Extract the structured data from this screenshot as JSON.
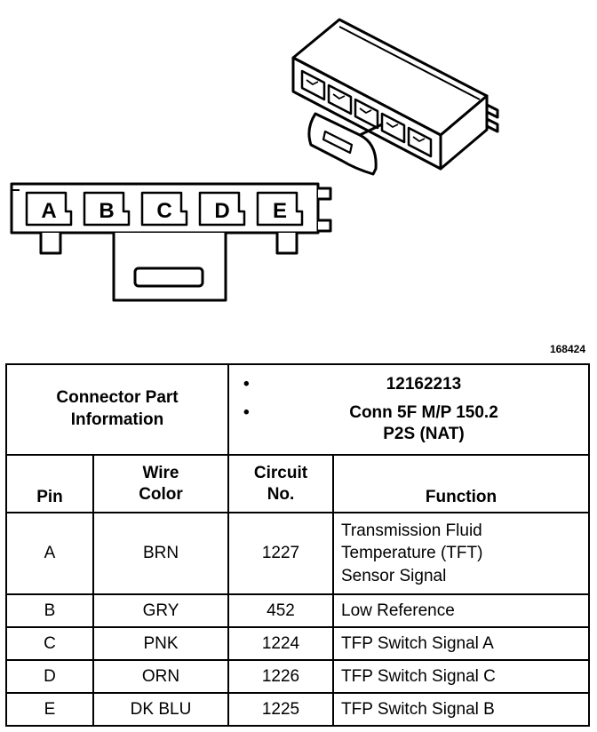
{
  "figure_id": "168424",
  "connector": {
    "pins_label": [
      "A",
      "B",
      "C",
      "D",
      "E"
    ]
  },
  "info": {
    "title_line1": "Connector Part",
    "title_line2": "Information",
    "items": [
      {
        "line1": "12162213",
        "line2": ""
      },
      {
        "line1": "Conn 5F M/P 150.2",
        "line2": "P2S (NAT)"
      }
    ]
  },
  "headers": {
    "pin": "Pin",
    "wire_color_line1": "Wire",
    "wire_color_line2": "Color",
    "circuit_line1": "Circuit",
    "circuit_line2": "No.",
    "function": "Function"
  },
  "rows": [
    {
      "pin": "A",
      "color": "BRN",
      "circuit": "1227",
      "function": [
        "Transmission Fluid",
        "Temperature (TFT)",
        "Sensor Signal"
      ]
    },
    {
      "pin": "B",
      "color": "GRY",
      "circuit": "452",
      "function": [
        "Low Reference"
      ]
    },
    {
      "pin": "C",
      "color": "PNK",
      "circuit": "1224",
      "function": [
        "TFP Switch Signal A"
      ]
    },
    {
      "pin": "D",
      "color": "ORN",
      "circuit": "1226",
      "function": [
        "TFP Switch Signal C"
      ]
    },
    {
      "pin": "E",
      "color": "DK BLU",
      "circuit": "1225",
      "function": [
        "TFP Switch Signal B"
      ]
    }
  ]
}
